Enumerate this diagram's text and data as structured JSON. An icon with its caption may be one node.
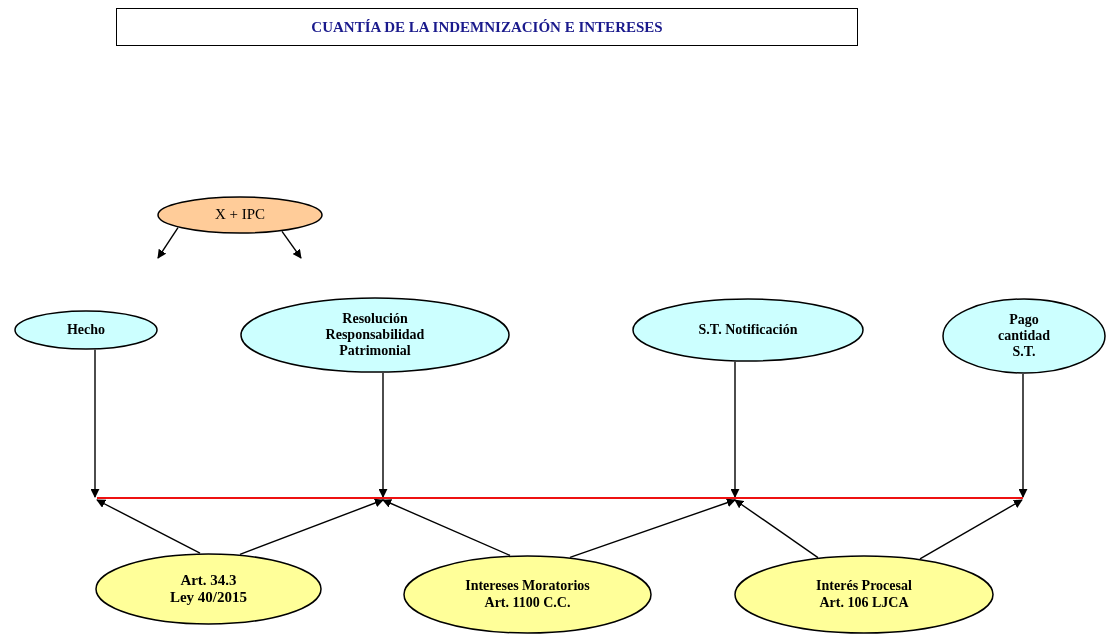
{
  "diagram": {
    "title": "CUANTÍA DE LA INDEMNIZACIÓN E INTERESES",
    "nodes": [
      {
        "text": [
          "X + IPC"
        ]
      },
      {
        "text": [
          "Hecho"
        ]
      },
      {
        "text": [
          "Resolución Responsabilidad Patrimonial"
        ]
      },
      {
        "text": [
          "S.T. Notificación"
        ]
      },
      {
        "text": [
          "Pago cantidad S.T."
        ]
      },
      {
        "text": [],
        "shape": "bar"
      },
      {
        "text": [
          "Art. 34.3 Ley 40/2015"
        ]
      },
      {
        "text": [
          "Intereses Moratorios Art. 1100 C.C."
        ]
      },
      {
        "text": [
          "Interés Procesal Art. 106 LJCA"
        ]
      }
    ],
    "edges": [
      {
        "from": 0,
        "to": null,
        "arrow": "to"
      },
      {
        "from": 0,
        "to": null,
        "arrow": "to"
      },
      {
        "from": 1,
        "to": 5,
        "arrow": "to"
      },
      {
        "from": 2,
        "to": 5,
        "arrow": "to"
      },
      {
        "from": 3,
        "to": 5,
        "arrow": "to"
      },
      {
        "from": 4,
        "to": 5,
        "arrow": "to"
      },
      {
        "from": 6,
        "to": 5,
        "arrow": "to"
      },
      {
        "from": 6,
        "to": 5,
        "arrow": "to"
      },
      {
        "from": 7,
        "to": 5,
        "arrow": "to"
      },
      {
        "from": 7,
        "to": 5,
        "arrow": "to"
      },
      {
        "from": 8,
        "to": 5,
        "arrow": "to"
      },
      {
        "from": 8,
        "to": 5,
        "arrow": "to"
      }
    ]
  }
}
